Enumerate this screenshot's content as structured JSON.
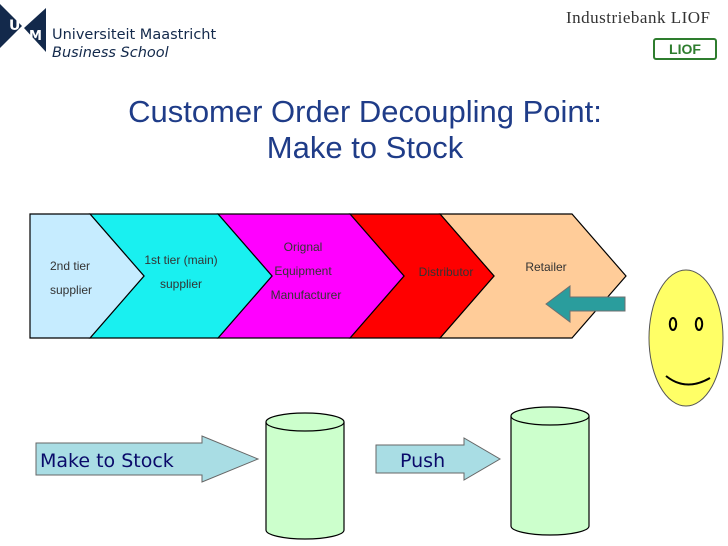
{
  "header": {
    "logo_letters": "UM",
    "uni_line1": "Universiteit Maastricht",
    "uni_line2": "Business School",
    "partner_name": "Industriebank LIOF",
    "partner_badge": "LIOF"
  },
  "title": {
    "line1": "Customer Order Decoupling Point:",
    "line2": "Make to Stock"
  },
  "chain": {
    "stage1_line1": "2nd tier",
    "stage1_line2": "supplier",
    "stage2_line1": "1st tier (main)",
    "stage2_line2": "supplier",
    "stage3_line1": "Orignal",
    "stage3_line2": "Equipment",
    "stage3_line3": "Manufacturer",
    "stage4": "Distributor",
    "stage5": "Retailer"
  },
  "flow": {
    "left_arrow": "Make to Stock",
    "middle_arrow": "Push"
  },
  "colors": {
    "stage1": "#c6ecff",
    "stage2": "#19f0f0",
    "stage3": "#ff00ff",
    "stage4": "#ff0000",
    "stage5": "#ffcc99",
    "title": "#1f3c88",
    "smiley": "#ffff66",
    "stock": "#ccffcc",
    "flow_arrow": "#a9dde4",
    "indicator_arrow": "#2a9d9d"
  }
}
